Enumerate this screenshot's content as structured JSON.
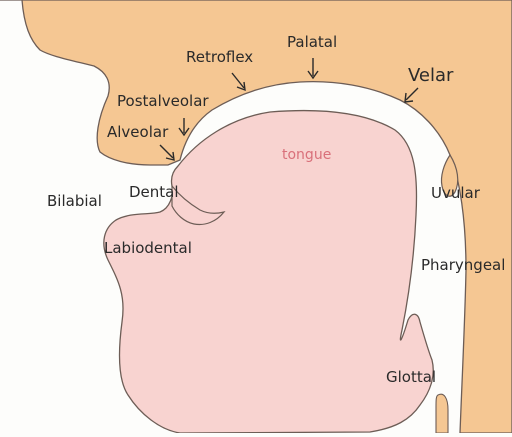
{
  "diagram": {
    "colors": {
      "background": "#fdfdfb",
      "upper_palate": "#f5c793",
      "tongue": "#f8d3d0",
      "outline": "#6d5d56",
      "tongue_label": "#d9707a",
      "label_text": "#2a2a2a"
    },
    "labels": {
      "palatal": "Palatal",
      "retroflex": "Retroflex",
      "velar": "Velar",
      "postalveolar": "Postalveolar",
      "alveolar": "Alveolar",
      "dental": "Dental",
      "bilabial": "Bilabial",
      "labiodental": "Labiodental",
      "uvular": "Uvular",
      "pharyngeal": "Pharyngeal",
      "glottal": "Glottal",
      "tongue": "tongue"
    }
  }
}
